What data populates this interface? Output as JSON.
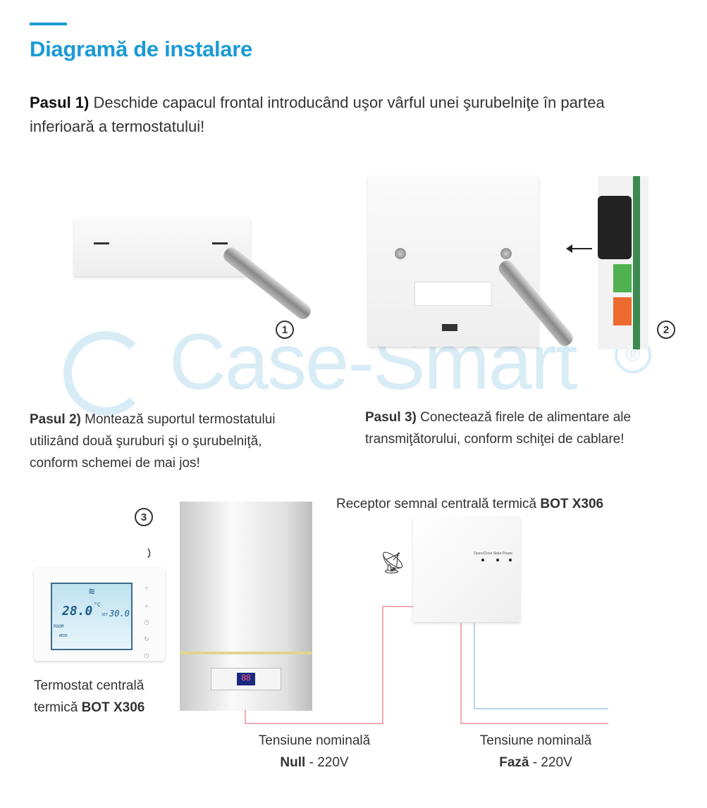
{
  "header": {
    "title": "Diagramă de instalare"
  },
  "steps": [
    {
      "label": "Pasul 1)",
      "text": "Deschide capacul frontal introducând uşor vârful unei şurubelniţe în partea inferioară a termostatului!"
    },
    {
      "label": "Pasul 2)",
      "text": "Montează suportul termostatului utilizând două şuruburi şi o şurubelniţă, conform schemei de mai jos!"
    },
    {
      "label": "Pasul 3)",
      "text": "Conectează firele de alimentare ale transmiţătorului, conform schiţei de cablare!"
    }
  ],
  "markers": [
    "1",
    "2",
    "3"
  ],
  "watermark": {
    "brand": "Case-Smart",
    "symbol": "®"
  },
  "thermostat": {
    "label_pre": "Termostat centrală termică",
    "model": "BOT X306",
    "display": {
      "temp": "28.0",
      "unit": "°C",
      "set_temp": "30.0",
      "set": "SET",
      "room": "ROOM",
      "week": "WEEK"
    }
  },
  "receiver": {
    "label_pre": "Receptor semnal centrală termică",
    "model": "BOT X306",
    "leds": [
      "Open/Close",
      "State",
      "Power"
    ]
  },
  "boiler": {
    "display": "88"
  },
  "voltages": [
    {
      "title": "Tensiune nominală",
      "bold": "Null",
      "rest": " - 220V"
    },
    {
      "title": "Tensiune nominală",
      "bold": "Fază",
      "rest": " - 220V"
    }
  ],
  "colors": {
    "accent": "#1a9ad6",
    "wire_phase": "#f2aab0",
    "wire_null": "#b7d7ee"
  }
}
